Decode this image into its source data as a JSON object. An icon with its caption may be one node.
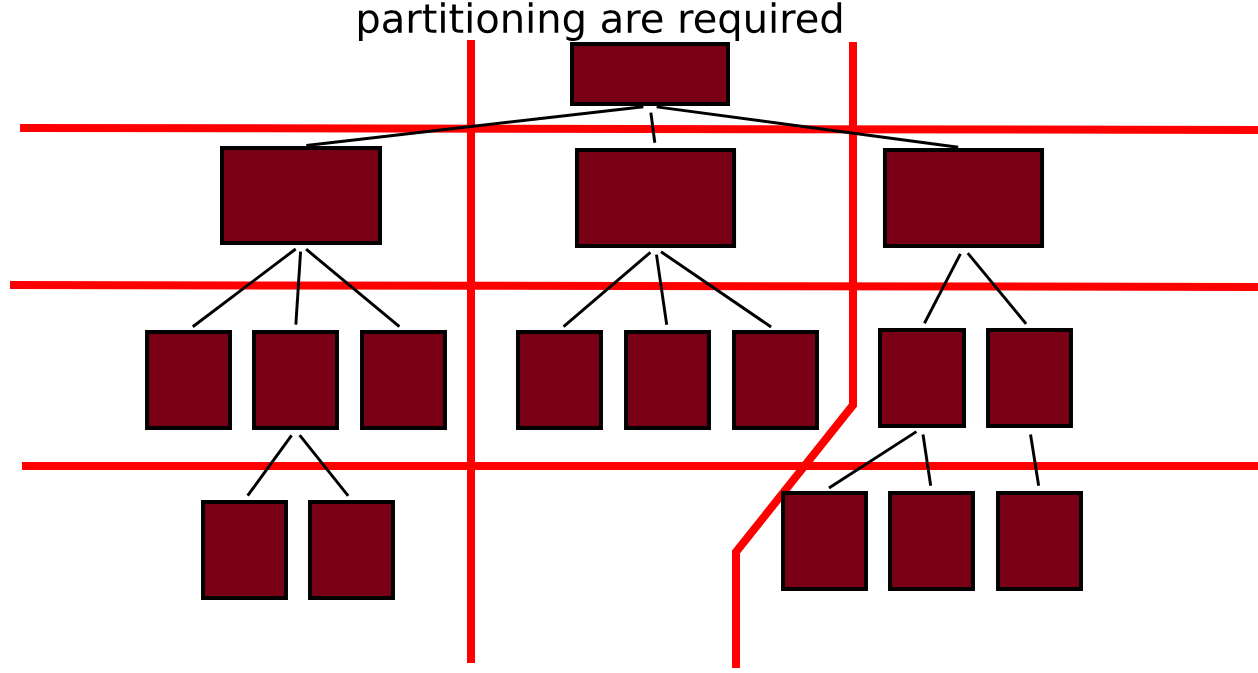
{
  "diagram": {
    "title": "partitioning are required",
    "nodes": [
      {
        "text": [],
        "shape": "box"
      },
      {
        "text": [],
        "shape": "box"
      },
      {
        "text": [],
        "shape": "box"
      },
      {
        "text": [],
        "shape": "box"
      },
      {
        "text": [],
        "shape": "box"
      },
      {
        "text": [],
        "shape": "box"
      },
      {
        "text": [],
        "shape": "box"
      },
      {
        "text": [],
        "shape": "box"
      },
      {
        "text": [],
        "shape": "box"
      },
      {
        "text": [],
        "shape": "box"
      },
      {
        "text": [],
        "shape": "box"
      },
      {
        "text": [],
        "shape": "box"
      },
      {
        "text": [],
        "shape": "box"
      },
      {
        "text": [],
        "shape": "box"
      },
      {
        "text": [],
        "shape": "box"
      },
      {
        "text": [],
        "shape": "box"
      },
      {
        "text": [],
        "shape": "box"
      }
    ],
    "edges": [
      {
        "from": 0,
        "to": 1,
        "arrow": "none"
      },
      {
        "from": 0,
        "to": 2,
        "arrow": "none"
      },
      {
        "from": 0,
        "to": 3,
        "arrow": "none"
      },
      {
        "from": 1,
        "to": 4,
        "arrow": "none"
      },
      {
        "from": 1,
        "to": 5,
        "arrow": "none"
      },
      {
        "from": 1,
        "to": 6,
        "arrow": "none"
      },
      {
        "from": 2,
        "to": 7,
        "arrow": "none"
      },
      {
        "from": 2,
        "to": 8,
        "arrow": "none"
      },
      {
        "from": 2,
        "to": 9,
        "arrow": "none"
      },
      {
        "from": 3,
        "to": 10,
        "arrow": "none"
      },
      {
        "from": 3,
        "to": 11,
        "arrow": "none"
      },
      {
        "from": 5,
        "to": 12,
        "arrow": "none"
      },
      {
        "from": 5,
        "to": 13,
        "arrow": "none"
      },
      {
        "from": 10,
        "to": 14,
        "arrow": "none"
      },
      {
        "from": 10,
        "to": 15,
        "arrow": "none"
      },
      {
        "from": 11,
        "to": 16,
        "arrow": "none"
      }
    ]
  }
}
